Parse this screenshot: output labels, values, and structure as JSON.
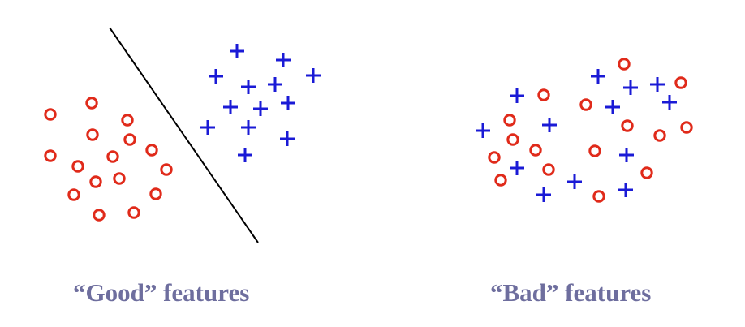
{
  "colors": {
    "circle_class": "#e02a1a",
    "plus_class": "#1a1ad6",
    "separator": "#000000",
    "caption": "#6e6e9e"
  },
  "panels": [
    {
      "caption": "“Good” features",
      "separator_shown": true,
      "circles": [
        [
          62,
          141
        ],
        [
          113,
          127
        ],
        [
          157,
          148
        ],
        [
          114,
          166
        ],
        [
          160,
          172
        ],
        [
          187,
          185
        ],
        [
          62,
          192
        ],
        [
          96,
          205
        ],
        [
          139,
          193
        ],
        [
          205,
          209
        ],
        [
          118,
          224
        ],
        [
          147,
          220
        ],
        [
          91,
          240
        ],
        [
          192,
          239
        ],
        [
          122,
          265
        ],
        [
          165,
          262
        ]
      ],
      "pluses": [
        [
          292,
          63
        ],
        [
          349,
          74
        ],
        [
          266,
          94
        ],
        [
          386,
          93
        ],
        [
          306,
          107
        ],
        [
          339,
          104
        ],
        [
          284,
          132
        ],
        [
          321,
          134
        ],
        [
          355,
          127
        ],
        [
          256,
          157
        ],
        [
          306,
          157
        ],
        [
          354,
          171
        ],
        [
          302,
          191
        ]
      ],
      "separator": [
        [
          135,
          34
        ],
        [
          318,
          299
        ]
      ]
    },
    {
      "caption": "“Bad” features",
      "separator_shown": false,
      "circles": [
        [
          310,
          79
        ],
        [
          211,
          117
        ],
        [
          380,
          102
        ],
        [
          263,
          129
        ],
        [
          169,
          148
        ],
        [
          173,
          172
        ],
        [
          314,
          155
        ],
        [
          354,
          167
        ],
        [
          387,
          157
        ],
        [
          201,
          185
        ],
        [
          274,
          186
        ],
        [
          150,
          194
        ],
        [
          217,
          209
        ],
        [
          338,
          213
        ],
        [
          158,
          222
        ],
        [
          279,
          242
        ]
      ],
      "pluses": [
        [
          278,
          94
        ],
        [
          178,
          118
        ],
        [
          318,
          108
        ],
        [
          351,
          104
        ],
        [
          296,
          132
        ],
        [
          366,
          126
        ],
        [
          136,
          161
        ],
        [
          218,
          154
        ],
        [
          313,
          191
        ],
        [
          178,
          207
        ],
        [
          249,
          224
        ],
        [
          211,
          240
        ],
        [
          312,
          234
        ]
      ]
    }
  ]
}
